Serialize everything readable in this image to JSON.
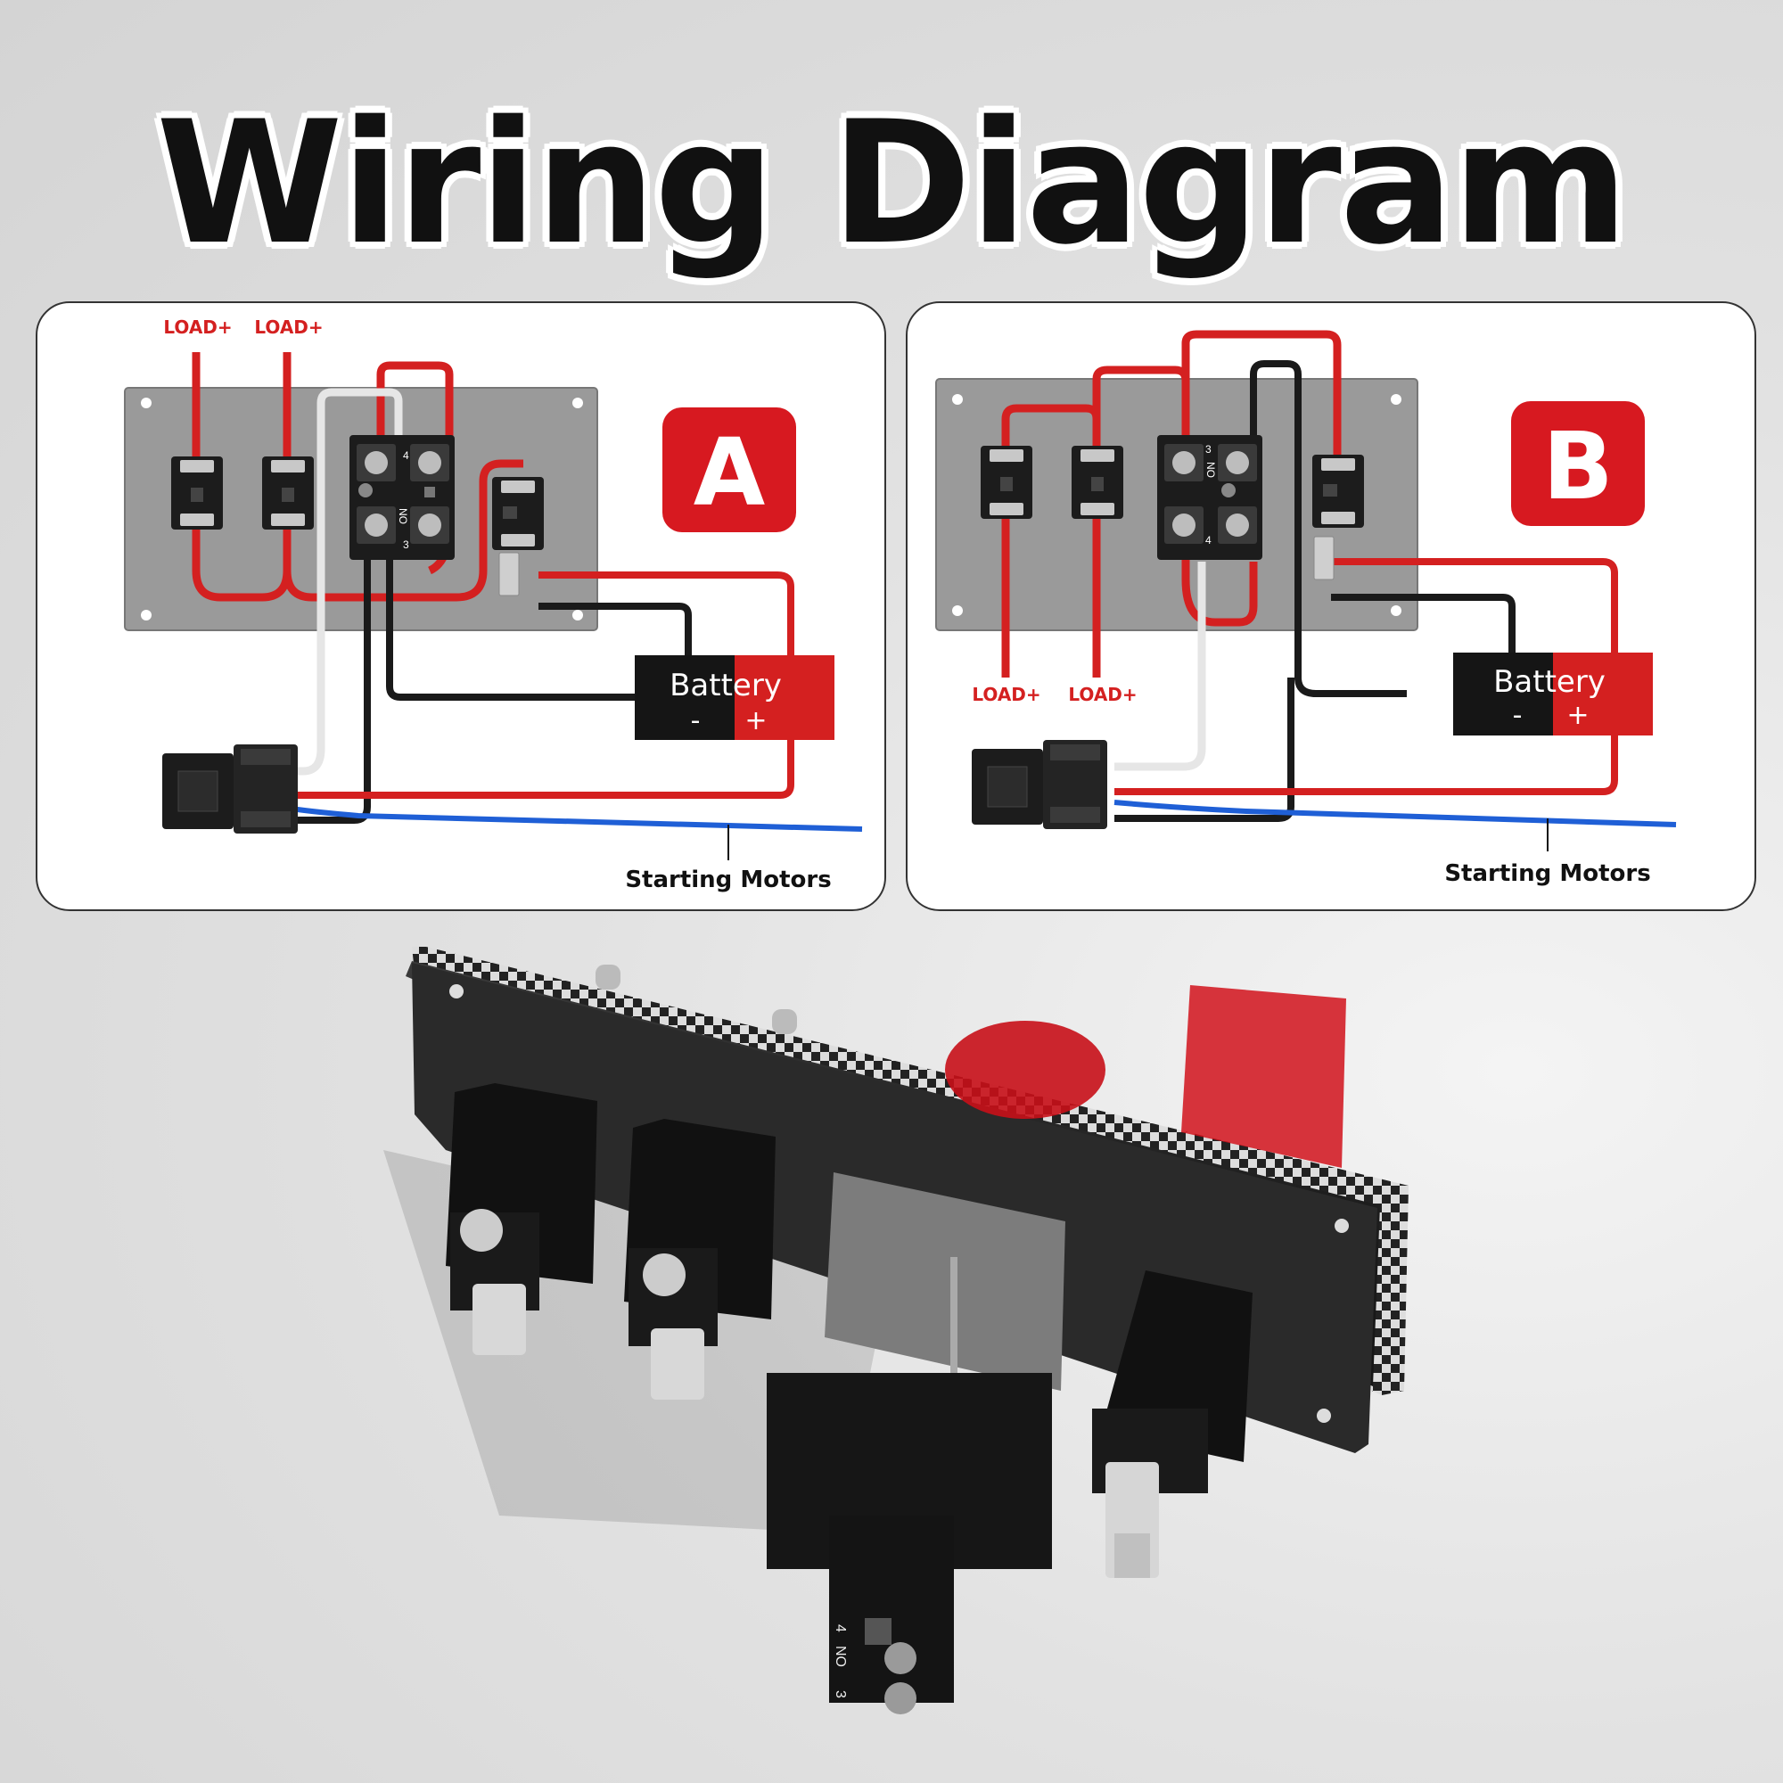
{
  "title": "Wiring Diagram",
  "diagrams": [
    {
      "badge": "A",
      "load_labels": [
        "LOAD+",
        "LOAD+"
      ],
      "battery": {
        "label": "Battery",
        "neg": "-",
        "pos": "+"
      },
      "motor_label": "Starting Motors",
      "switch_marks": {
        "pin4": "4",
        "no": "NO",
        "pin3": "3"
      }
    },
    {
      "badge": "B",
      "load_labels": [
        "LOAD+",
        "LOAD+"
      ],
      "battery": {
        "label": "Battery",
        "neg": "-",
        "pos": "+"
      },
      "motor_label": "Starting Motors",
      "switch_marks": {
        "pin4": "4",
        "no": "NO",
        "pin3": "3"
      }
    }
  ],
  "product": {
    "switch_marks": {
      "pin4": "4",
      "no": "NO",
      "pin3": "3"
    }
  },
  "colors": {
    "wire_red": "#d42020",
    "wire_black": "#1a1a1a",
    "wire_white": "#e6e6e6",
    "wire_blue": "#1f5fd6",
    "badge_red": "#d71920",
    "plate_gray": "#9a9a9a"
  }
}
